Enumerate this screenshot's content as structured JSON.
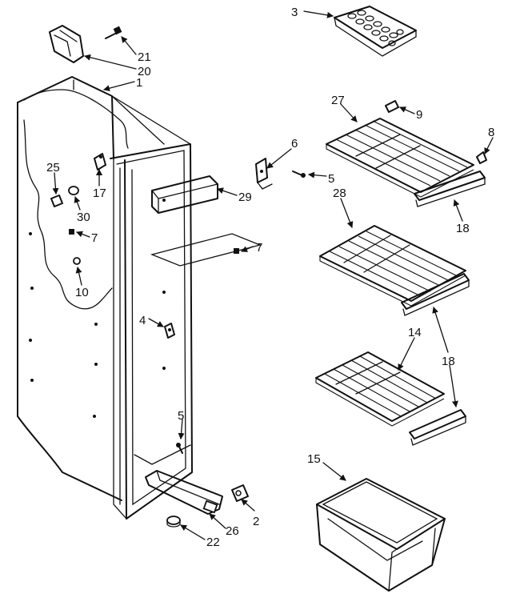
{
  "callouts": {
    "c1": "1",
    "c2": "2",
    "c3": "3",
    "c4": "4",
    "c5a": "5",
    "c5b": "5",
    "c6": "6",
    "c7a": "7",
    "c7b": "7",
    "c8": "8",
    "c9": "9",
    "c10": "10",
    "c14": "14",
    "c15": "15",
    "c17": "17",
    "c18a": "18",
    "c18b": "18",
    "c20": "20",
    "c21": "21",
    "c22": "22",
    "c25": "25",
    "c26": "26",
    "c27": "27",
    "c28": "28",
    "c29": "29",
    "c30": "30"
  }
}
